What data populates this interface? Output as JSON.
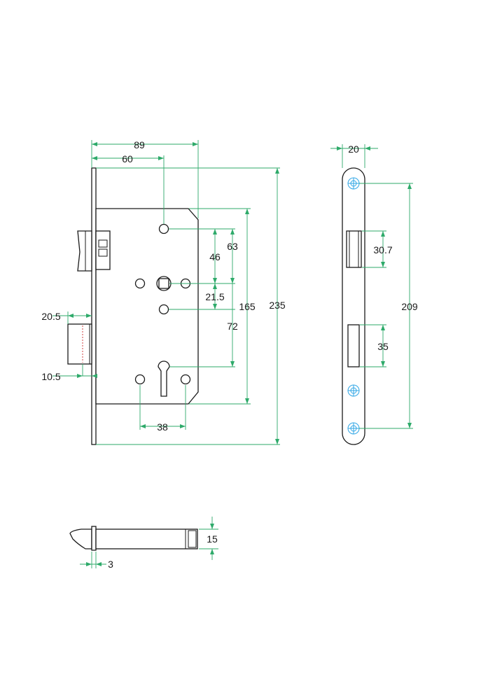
{
  "dimensions": {
    "body_width": "89",
    "backset": "60",
    "hole_spacing_upper": "63",
    "hole_spacing_mid": "46",
    "follower_to_hole": "21.5",
    "lockcase_height": "165",
    "centre_distance": "72",
    "faceplate_height": "235",
    "latch_throw": "20.5",
    "latch_offset": "10.5",
    "fixing_spacing": "38",
    "strike_width": "20",
    "strike_upper_cutout": "30.7",
    "strike_screw_spacing": "209",
    "strike_lower_cutout": "35",
    "latch_thickness": "15",
    "faceplate_thickness": "3"
  },
  "colors": {
    "outline": "#1a1a1a",
    "dimension_lines": "#2eaa6a",
    "screw_marks": "#2fa6e6",
    "latch_hidden_line": "#d04040"
  }
}
